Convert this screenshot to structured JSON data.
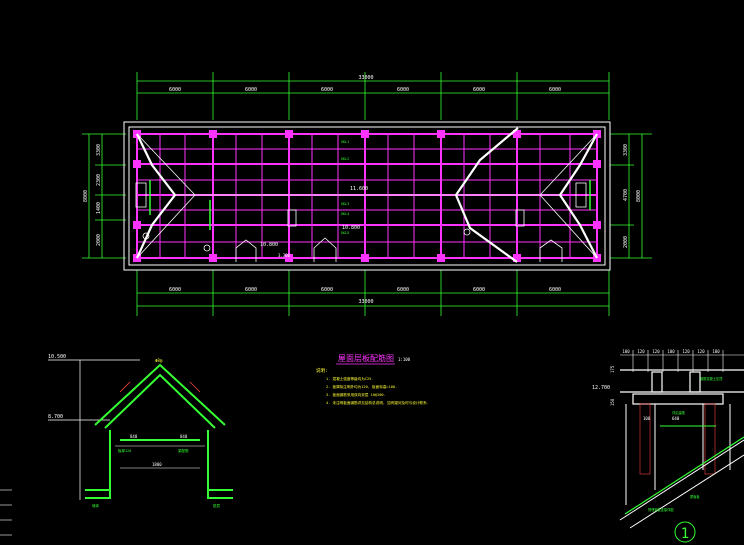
{
  "plan": {
    "overall_dim": "33000",
    "bay_dims": [
      "6000",
      "6000",
      "6000",
      "6000",
      "6000",
      "6000"
    ],
    "left_side_dims": [
      "3300",
      "2300",
      "1400",
      "2000"
    ],
    "left_total": "8000",
    "right_side_dims": [
      "3300",
      "4700",
      "2000"
    ],
    "right_total": "8000",
    "ridge_elev": "11.600",
    "eave_elev_a": "10.800",
    "eave_elev_b": "10.800",
    "slope_note": "3.300",
    "beam_tags": [
      "GKL1",
      "GKL2",
      "GKL3",
      "GKL4",
      "GKL5"
    ]
  },
  "notes": {
    "title": "屋面层板配筋图",
    "scale": "1:100",
    "heading": "说明:",
    "lines": [
      "1. 混凝土强度等级均为C25.",
      "2. 板厚除注明外均为120, 板面标高=100.",
      "3. 板面钢筋采用双向双层 10@200.",
      "4. 未注明板面钢筋详见结构总说明, 如有疑问及时与设计联系."
    ]
  },
  "section": {
    "elev_top": "10.500",
    "elev_mid": "8.700",
    "dim_inner_left": "840",
    "dim_inner_right": "840",
    "dim_bottom": "1800",
    "ridge_mark": "Φ8@",
    "label_a": "板厚120",
    "label_b": "梁配筋",
    "label_c": "墙体",
    "label_d": "垫层"
  },
  "detail": {
    "top_dims": [
      "100",
      "120",
      "120",
      "100",
      "120",
      "120",
      "100"
    ],
    "elev": "12.700",
    "side_dims": [
      "175",
      "150"
    ],
    "dim_a": "100",
    "dim_b": "640",
    "note_1": "钢筋混凝土压顶",
    "note_2": "详见建施",
    "note_3": "屋面板",
    "note_4": "预埋钢板连接详图",
    "index": "1"
  },
  "colors": {
    "white": "#ffffff",
    "magenta": "#ff33ff",
    "green": "#33ff33",
    "yellow": "#ffff33",
    "cyan": "#33ffff",
    "red": "#ff4040"
  }
}
